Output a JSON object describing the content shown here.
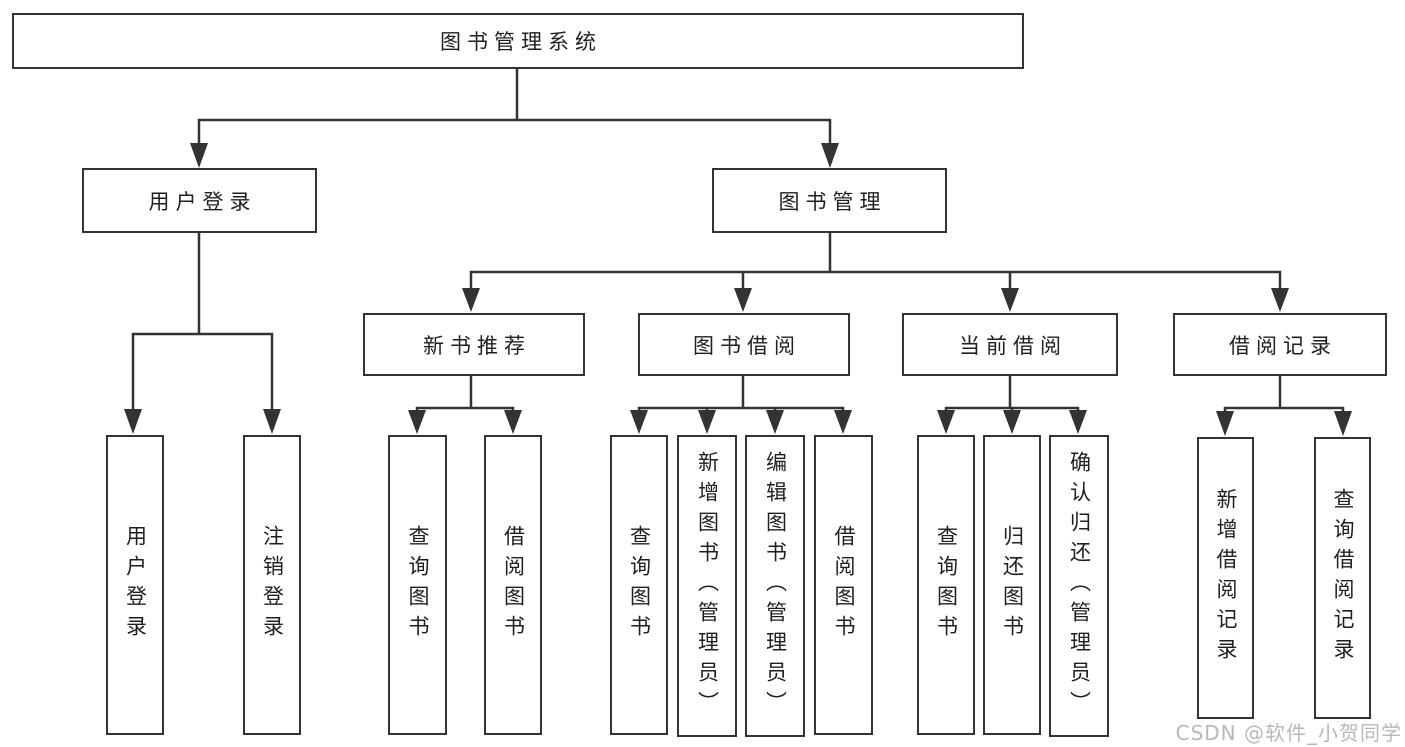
{
  "diagram": {
    "type": "hierarchy-tree",
    "nodes": {
      "root": {
        "label": "图书管理系统"
      },
      "userLogin": {
        "label": "用户登录"
      },
      "bookMgmt": {
        "label": "图书管理"
      },
      "newBookRec": {
        "label": "新书推荐"
      },
      "bookBorrow": {
        "label": "图书借阅"
      },
      "currentBorrow": {
        "label": "当前借阅"
      },
      "borrowRecords": {
        "label": "借阅记录"
      },
      "loginAction": {
        "label": "用户登录"
      },
      "logoutAction": {
        "label": "注销登录"
      },
      "recQueryBook": {
        "label": "查询图书"
      },
      "recBorrowBook": {
        "label": "借阅图书"
      },
      "bbQueryBook": {
        "label": "查询图书"
      },
      "bbAddBook": {
        "label": "新增图书（管理员）"
      },
      "bbEditBook": {
        "label": "编辑图书（管理员）"
      },
      "bbBorrowBook": {
        "label": "借阅图书"
      },
      "cbQueryBook": {
        "label": "查询图书"
      },
      "cbReturnBook": {
        "label": "归还图书"
      },
      "cbConfirmReturn": {
        "label": "确认归还（管理员）"
      },
      "brAddRecord": {
        "label": "新增借阅记录"
      },
      "brQueryRecord": {
        "label": "查询借阅记录"
      }
    },
    "edges": [
      [
        "root",
        "userLogin"
      ],
      [
        "root",
        "bookMgmt"
      ],
      [
        "userLogin",
        "loginAction"
      ],
      [
        "userLogin",
        "logoutAction"
      ],
      [
        "bookMgmt",
        "newBookRec"
      ],
      [
        "bookMgmt",
        "bookBorrow"
      ],
      [
        "bookMgmt",
        "currentBorrow"
      ],
      [
        "bookMgmt",
        "borrowRecords"
      ],
      [
        "newBookRec",
        "recQueryBook"
      ],
      [
        "newBookRec",
        "recBorrowBook"
      ],
      [
        "bookBorrow",
        "bbQueryBook"
      ],
      [
        "bookBorrow",
        "bbAddBook"
      ],
      [
        "bookBorrow",
        "bbEditBook"
      ],
      [
        "bookBorrow",
        "bbBorrowBook"
      ],
      [
        "currentBorrow",
        "cbQueryBook"
      ],
      [
        "currentBorrow",
        "cbReturnBook"
      ],
      [
        "currentBorrow",
        "cbConfirmReturn"
      ],
      [
        "borrowRecords",
        "brAddRecord"
      ],
      [
        "borrowRecords",
        "brQueryRecord"
      ]
    ]
  },
  "watermark": {
    "text": "CSDN @软件_小贺同学"
  },
  "colors": {
    "line": "#333333",
    "text": "#1f1f1f",
    "background": "#ffffff",
    "watermark": "#b8b8b8"
  }
}
